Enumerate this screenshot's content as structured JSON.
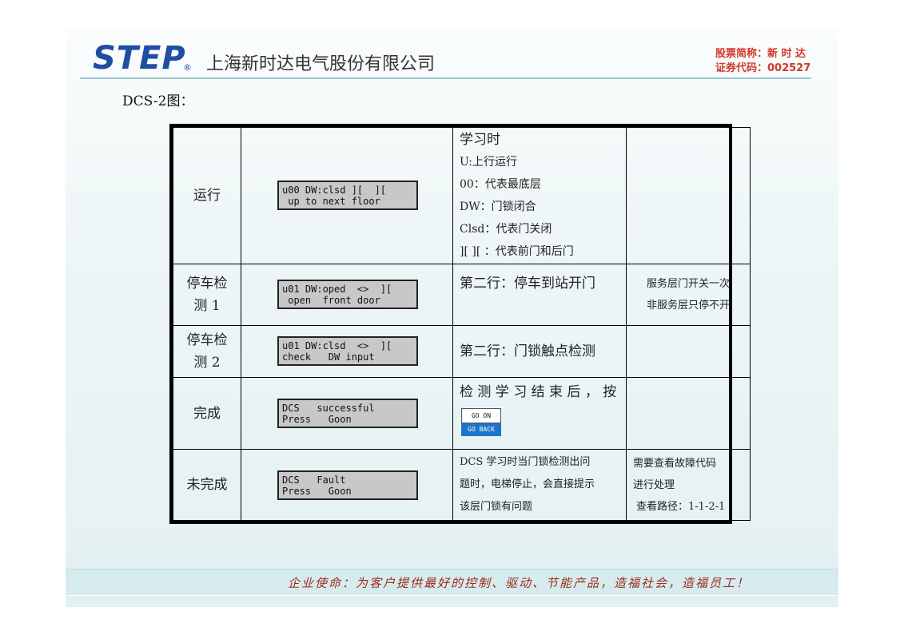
{
  "header": {
    "logo": "STEP",
    "logo_reg": "®",
    "company": "上海新时达电气股份有限公司",
    "stock_abbr": "股票简称：新 时 达",
    "stock_code": "证券代码：002527"
  },
  "figure_label": "DCS-2图：",
  "rows": [
    {
      "state": [
        "运行"
      ],
      "lcd": [
        "u00 DW:clsd ][  ][",
        " up to next floor"
      ],
      "desc_title": "学习时",
      "desc_lines": [
        "U:上行运行",
        "00：代表最底层",
        "DW：门锁闭合",
        "Clsd：代表门关闭",
        "][   ][ ：代表前门和后门"
      ],
      "note": []
    },
    {
      "state": [
        "停车检",
        "测 1"
      ],
      "lcd": [
        "u01 DW:oped  <>  ][",
        " open  front door"
      ],
      "desc_title": "第二行：停车到站开门",
      "desc_lines": [],
      "note": [
        "服务层门开关一次",
        "非服务层只停不开"
      ]
    },
    {
      "state": [
        "停车检",
        "测 2"
      ],
      "lcd": [
        "u01 DW:clsd  <>  ][",
        "check   DW input"
      ],
      "desc_title": "第二行：门锁触点检测",
      "desc_lines": [],
      "note": []
    },
    {
      "state": [
        "完成"
      ],
      "lcd": [
        "DCS   successful",
        "Press   Goon"
      ],
      "desc_title": "检 测 学 习 结 束 后 ， 按",
      "buttons": [
        "GO ON",
        "GO BACK"
      ],
      "note": []
    },
    {
      "state": [
        "未完成"
      ],
      "lcd": [
        "DCS   Fault",
        "Press   Goon"
      ],
      "desc_lines": [
        "DCS 学习时当门锁检测出问",
        "题时，电梯停止，会直接提示",
        "该层门锁有问题"
      ],
      "note": [
        "需要查看故障代码",
        "进行处理",
        "查看路径：1-1-2-1"
      ]
    }
  ],
  "footer": {
    "mission": "企业使命：为客户提供最好的控制、驱动、节能产品，造福社会，造福员工！"
  }
}
